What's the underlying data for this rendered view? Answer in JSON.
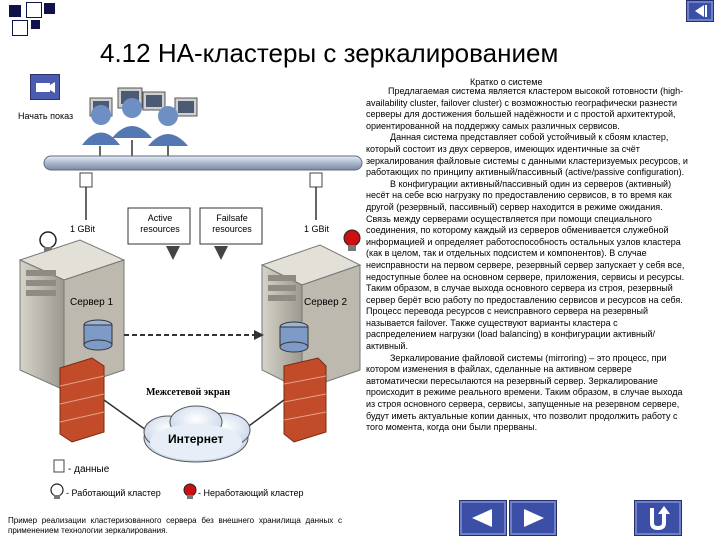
{
  "slide": {
    "title": "4.12 HA-кластеры с зеркалированием",
    "start_show": "Начать показ"
  },
  "about": {
    "heading": "Кратко о системе",
    "paragraphs": [
      "Предлагаемая система является кластером высокой готовности (high-availability cluster, failover cluster) с возможностью географически разнести серверы для достижения большей надёжности и с простой архитектурой, ориентированной на поддержку самых различных сервисов.",
      "Данная система представляет собой устойчивый к сбоям кластер, который состоит из двух серверов, имеющих идентичные за счёт зеркалирования файловые системы с данными кластеризуемых ресурсов, и работающих по принципу активный/пассивный (active/passive configuration).",
      "В конфигурации активный/пассивный один из серверов (активный) несёт на себе всю нагрузку по предоставлению сервисов, в то время как другой (резервный, пассивный) сервер находится в режиме ожидания. Связь между серверами осуществляется при помощи специального соединения, по которому каждый из серверов обменивается служебной информацией и определяет работоспособность остальных узлов кластера (как в целом, так и отдельных подсистем и компонентов). В случае неисправности на первом сервере, резервный сервер запускает у себя все, недоступные более на основном сервере, приложения, сервисы и ресурсы. Таким образом, в случае выхода основного сервера из строя, резервный сервер берёт всю работу по предоставлению сервисов и ресурсов на себя. Процесс перевода ресурсов с неисправного сервера на резервный называется failover. Также существуют варианты кластера с распределением нагрузки (load balancing) в конфигурации активный/активный.",
      "Зеркалирование файловой системы (mirroring) – это процесс, при котором изменения в файлах, сделанные на активном сервере автоматически пересылаются на резервный сервер. Зеркалирование происходит в режиме реального времени. Таким образом, в случае выхода из строя основного сервера, сервисы, запущенные на резервном сервере, будут иметь актуальные копии данных, что позволит продолжить работу с того момента, когда они были прерваны."
    ]
  },
  "diagram": {
    "link_left": "1 GBit",
    "link_right": "1 GBit",
    "active_resources": "Active resources",
    "failsafe_resources": "Failsafe resources",
    "server1": "Сервер 1",
    "server2": "Сервер 2",
    "firewall": "Межсетевой экран",
    "internet": "Интернет"
  },
  "legend": {
    "data": "- данные",
    "working": "- Работающий кластер",
    "not_working": "- Неработающий кластер"
  },
  "caption": "Пример реализации кластеризованного сервера без внешнего хранилища данных с применением технологии зеркалирования.",
  "colors": {
    "nav_blue": "#3c4fa6",
    "slide_square": "#12124a",
    "bulb_red": "#cc1010"
  }
}
